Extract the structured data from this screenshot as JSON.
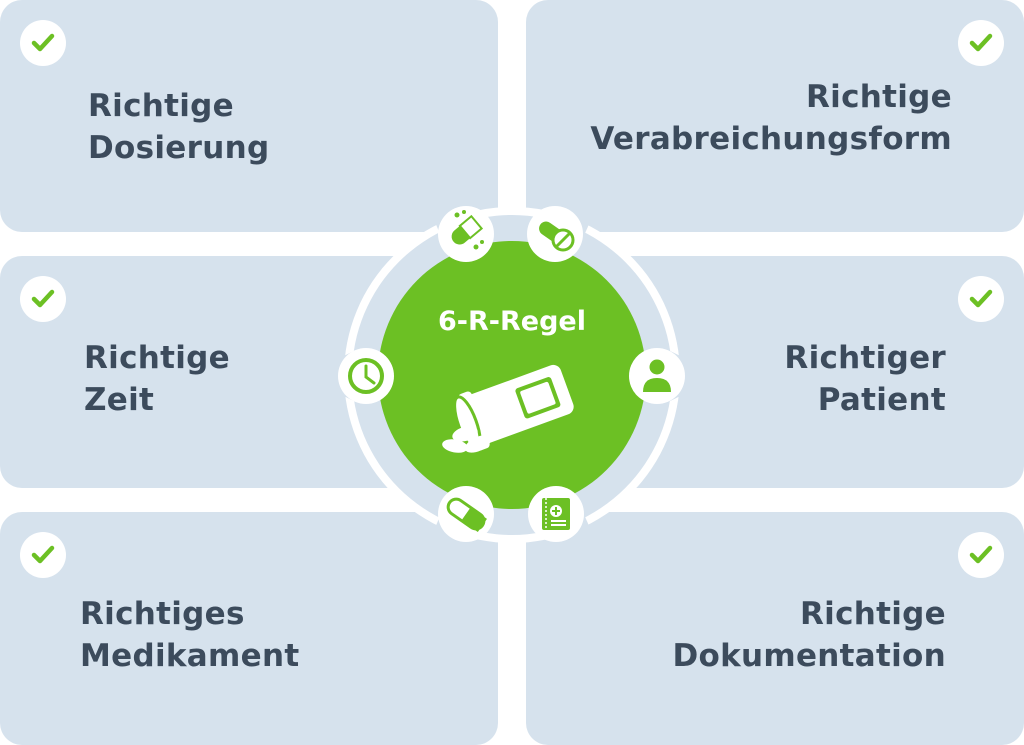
{
  "center": {
    "title": "6-R-Regel",
    "colors": {
      "green": "#6cc024",
      "ring": "#d6e2ed",
      "text": "#3c4b5c"
    }
  },
  "cards": [
    {
      "id": "dosierung",
      "line1": "Richtige",
      "line2": "Dosierung",
      "icon": "pills-icon"
    },
    {
      "id": "verabreichungsform",
      "line1": "Richtige",
      "line2": "Verabreichungsform",
      "icon": "tablet-capsule-icon"
    },
    {
      "id": "zeit",
      "line1": "Richtige",
      "line2": "Zeit",
      "icon": "clock-icon"
    },
    {
      "id": "patient",
      "line1": "Richtiger",
      "line2": "Patient",
      "icon": "person-icon"
    },
    {
      "id": "medikament",
      "line1": "Richtiges",
      "line2": "Medikament",
      "icon": "capsule-icon"
    },
    {
      "id": "dokumentation",
      "line1": "Richtige",
      "line2": "Dokumentation",
      "icon": "medical-record-icon"
    }
  ]
}
